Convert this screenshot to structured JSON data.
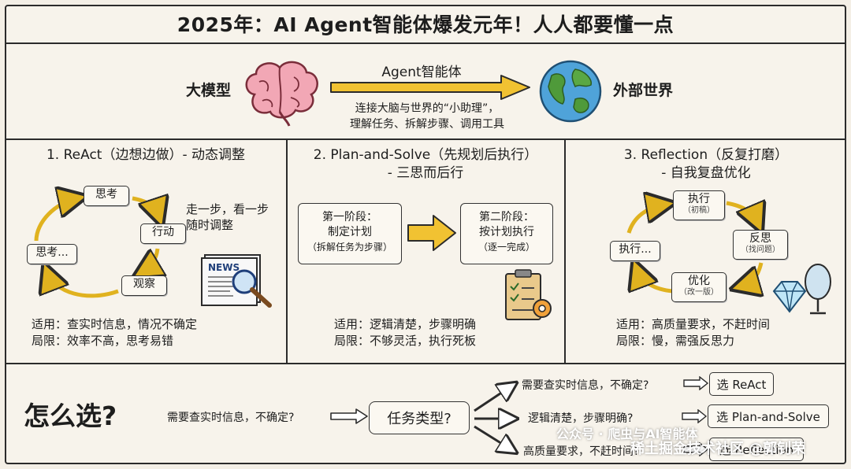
{
  "title": "2025年：AI Agent智能体爆发元年！人人都要懂一点",
  "top": {
    "left_label": "大模型",
    "arrow_label": "Agent智能体",
    "right_label": "外部世界",
    "desc_line1": "连接大脑与世界的“小助理”，",
    "desc_line2": "理解任务、拆解步骤、调用工具"
  },
  "columns": [
    {
      "title_line1": "1. ReAct（边想边做）- 动态调整",
      "title_line2": "",
      "nodes": [
        "思考",
        "行动",
        "观察",
        "思考..."
      ],
      "side_note_line1": "走一步，看一步",
      "side_note_line2": "随时调整",
      "fit": "适用：查实时信息，情况不确定",
      "limit": "局限：效率不高，思考易错"
    },
    {
      "title_line1": "2. Plan-and-Solve（先规划后执行）",
      "title_line2": "- 三思而后行",
      "stage1_title": "第一阶段：",
      "stage1_body": "制定计划",
      "stage1_sub": "（拆解任务为步骤）",
      "stage2_title": "第二阶段：",
      "stage2_body": "按计划执行",
      "stage2_sub": "（逐一完成）",
      "fit": "适用：逻辑清楚，步骤明确",
      "limit": "局限：不够灵活，执行死板"
    },
    {
      "title_line1": "3. Reflection（反复打磨）",
      "title_line2": "- 自我复盘优化",
      "nodes": [
        {
          "label": "执行",
          "sub": "（初稿）"
        },
        {
          "label": "反思",
          "sub": "（找问题）"
        },
        {
          "label": "优化",
          "sub": "（改一版）"
        },
        {
          "label": "执行...",
          "sub": ""
        }
      ],
      "fit": "适用：高质量要求，不赶时间",
      "limit": "局限：慢，需强反思力"
    }
  ],
  "bottom": {
    "heading": "怎么选?",
    "question": "需要查实时信息，不确定?",
    "center_box": "任务类型?",
    "branches": [
      {
        "condition": "需要查实时信息，不确定?",
        "choice": "选 ReAct"
      },
      {
        "condition": "逻辑清楚，步骤明确?",
        "choice": "选 Plan-and-Solve"
      },
      {
        "condition": "高质量要求，不赶时间?",
        "choice": "选 Reflection"
      }
    ]
  },
  "watermark": {
    "line1": "公众号 · 爬虫与AI智能体",
    "line2": "稀土掘金技术社区 @郭钊荣"
  },
  "colors": {
    "background": "#f4efe6",
    "arrow_yellow": "#f1c232",
    "ink": "#2b2b2b"
  }
}
